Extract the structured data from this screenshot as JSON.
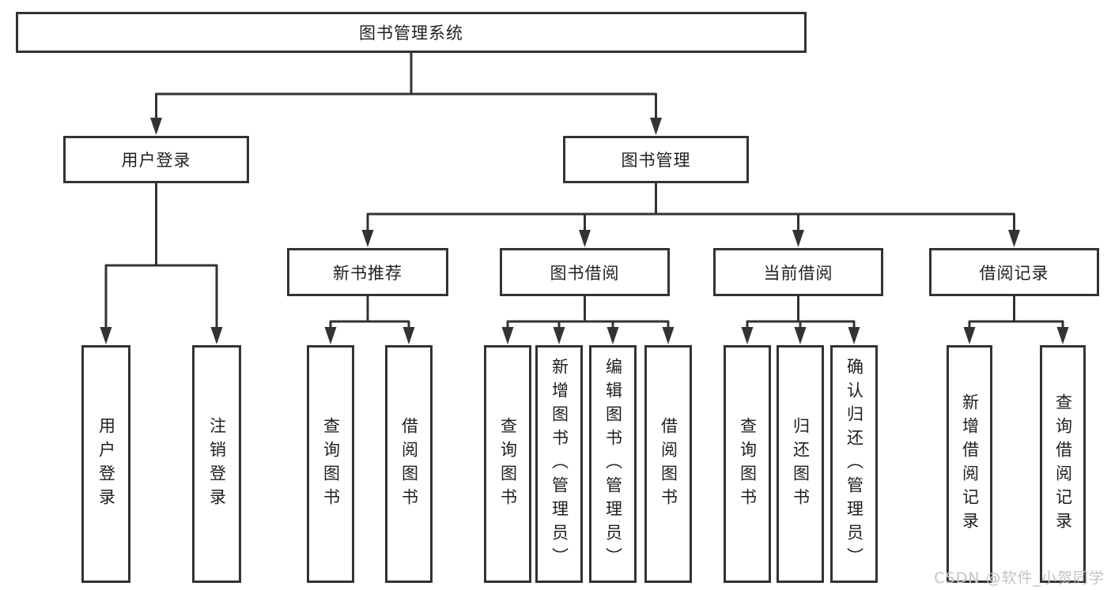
{
  "tree": {
    "label": "图书管理系统",
    "children": [
      {
        "label": "用户登录",
        "children": [
          {
            "label": "用户登录"
          },
          {
            "label": "注销登录"
          }
        ]
      },
      {
        "label": "图书管理",
        "children": [
          {
            "label": "新书推荐",
            "children": [
              {
                "label": "查询图书"
              },
              {
                "label": "借阅图书"
              }
            ]
          },
          {
            "label": "图书借阅",
            "children": [
              {
                "label": "查询图书"
              },
              {
                "label": "新增图书（管理员）"
              },
              {
                "label": "编辑图书（管理员）"
              },
              {
                "label": "借阅图书"
              }
            ]
          },
          {
            "label": "当前借阅",
            "children": [
              {
                "label": "查询图书"
              },
              {
                "label": "归还图书"
              },
              {
                "label": "确认归还（管理员）"
              }
            ]
          },
          {
            "label": "借阅记录",
            "children": [
              {
                "label": "新增借阅记录"
              },
              {
                "label": "查询借阅记录"
              }
            ]
          }
        ]
      }
    ]
  },
  "watermark": "CSDN @软件_小贺同学",
  "colors": {
    "line": "#333333",
    "box_border": "#333333",
    "text": "#1f1f1f",
    "watermark": "#c3c3c3",
    "background": "#ffffff"
  }
}
